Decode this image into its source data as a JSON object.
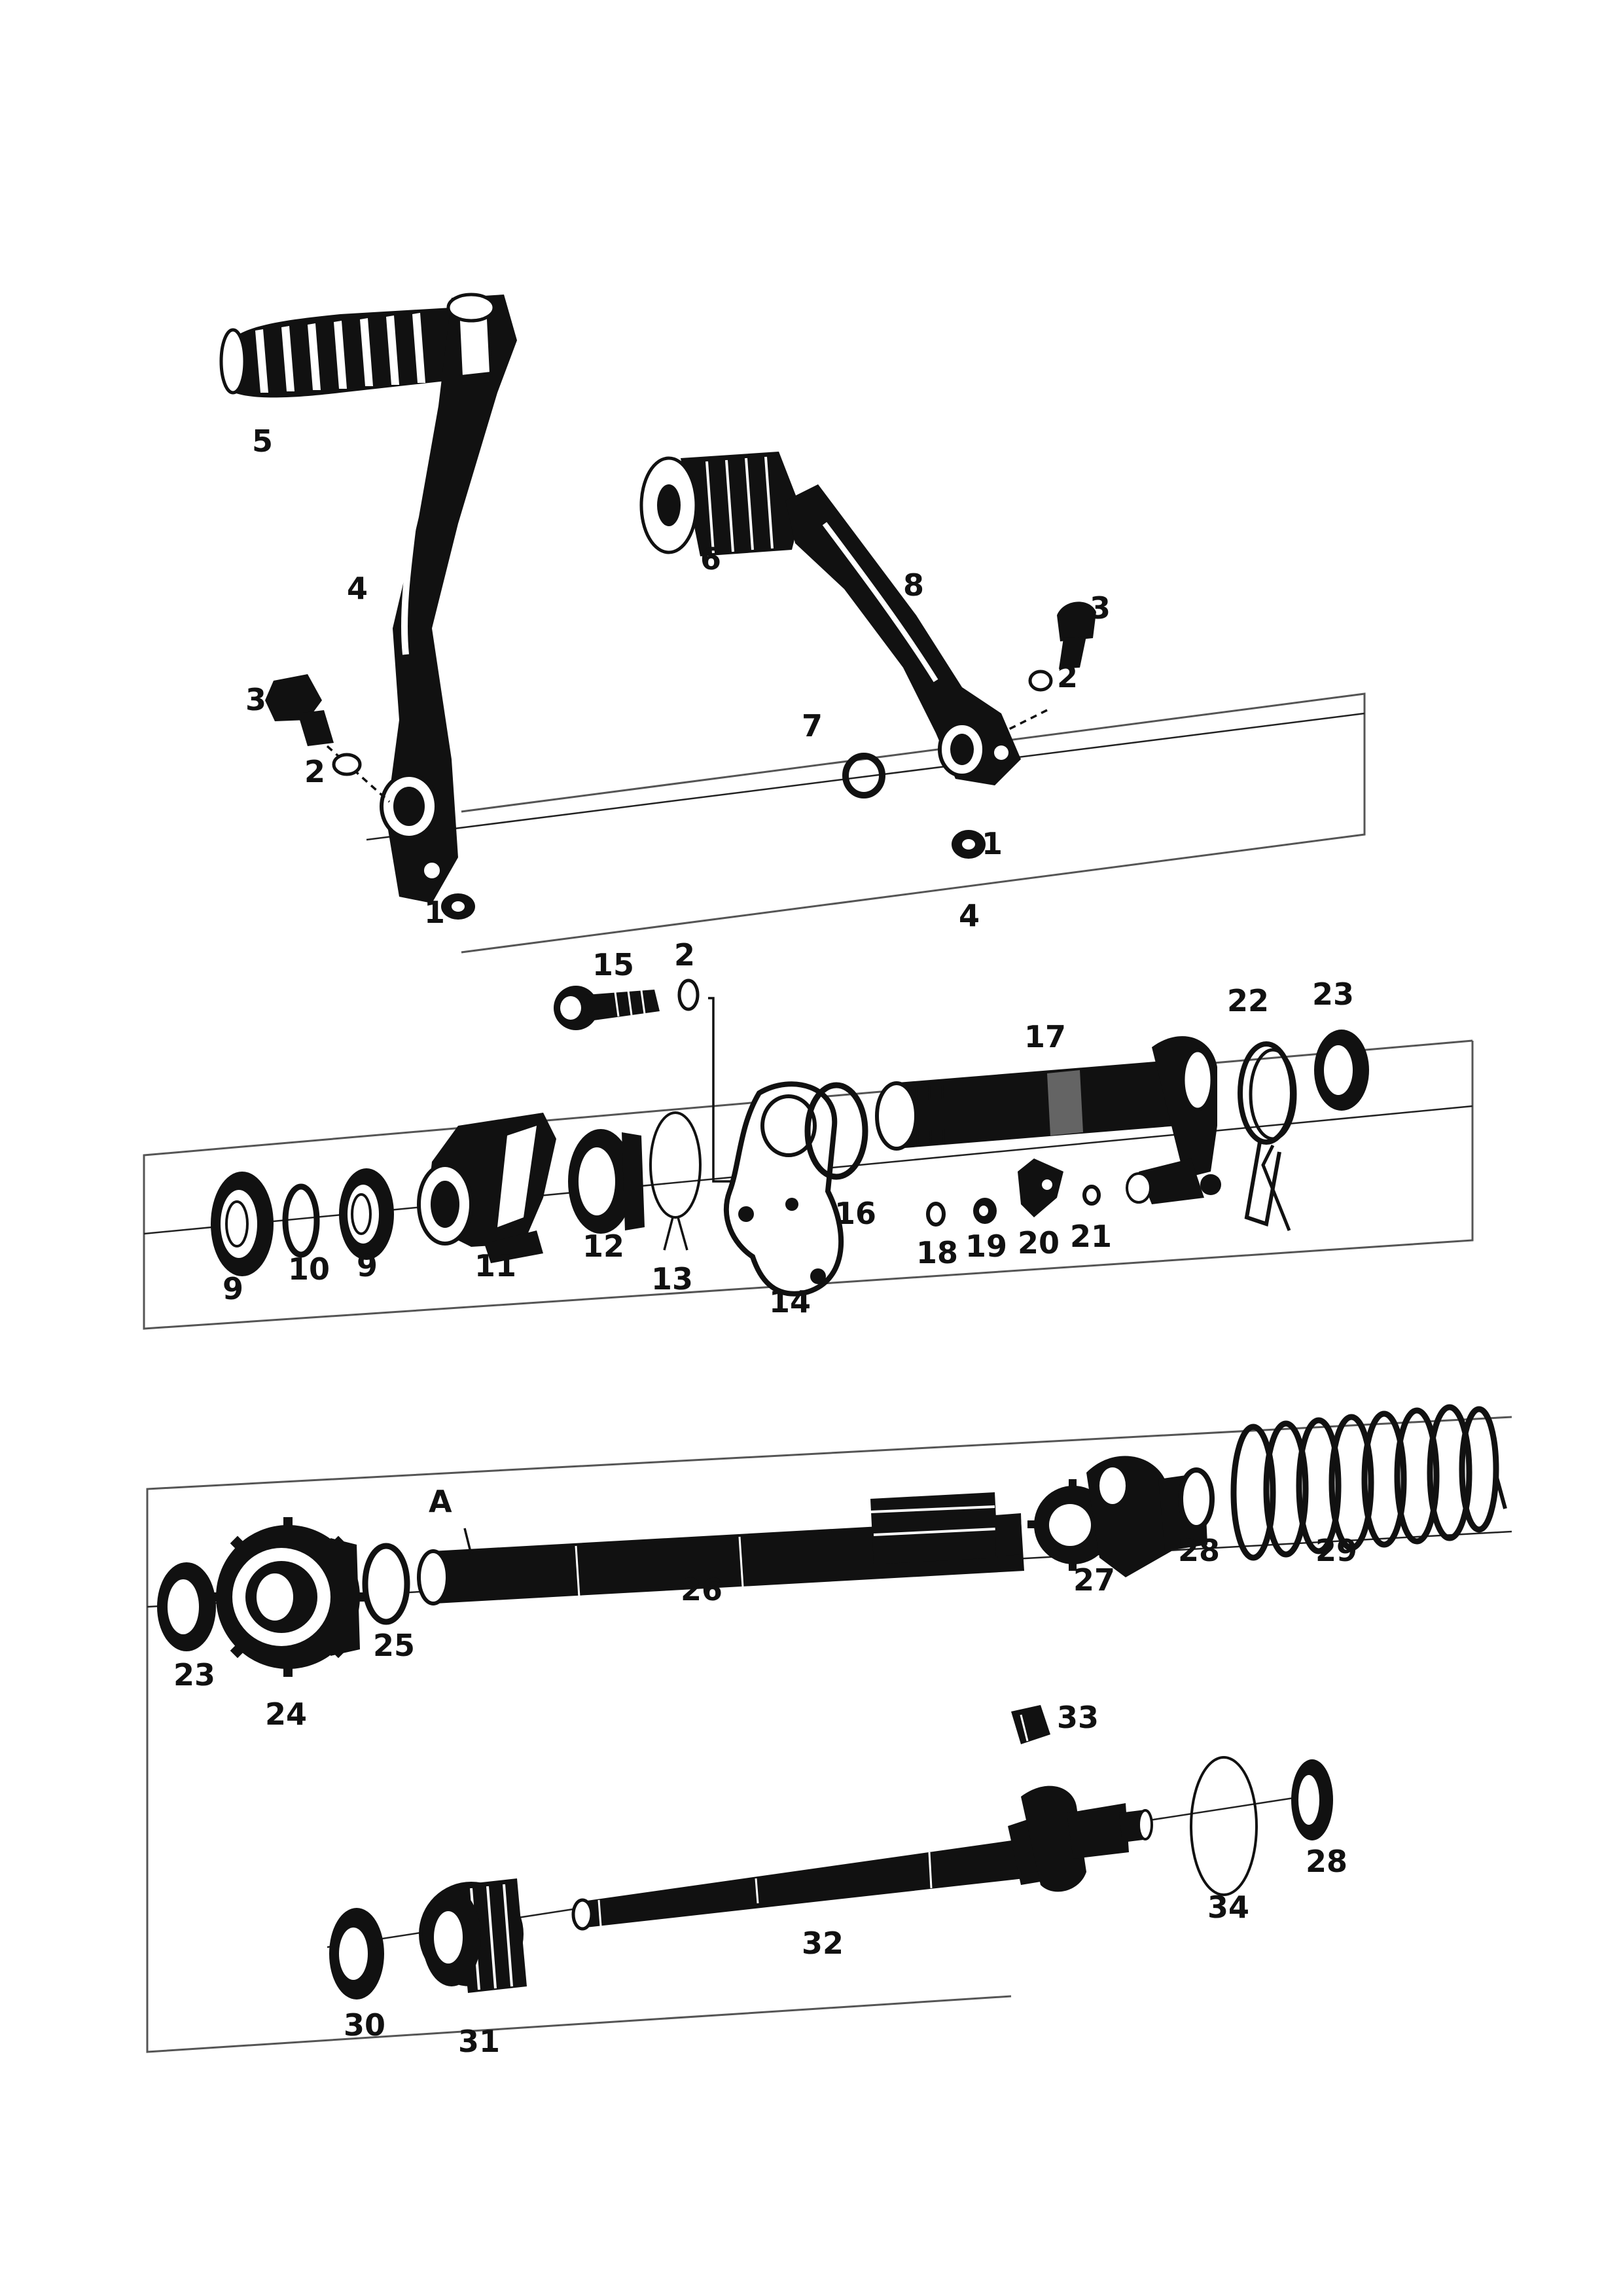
{
  "diagram": {
    "title": "",
    "callouts": {
      "c1a": "1",
      "c1b": "1",
      "c2a": "2",
      "c2b": "2",
      "c2c": "2",
      "c3a": "3",
      "c3b": "3",
      "c4a": "4",
      "c4b": "4",
      "c5": "5",
      "c6": "6",
      "c7": "7",
      "c8": "8",
      "c9a": "9",
      "c9b": "9",
      "c10": "10",
      "c11": "11",
      "c12": "12",
      "c13": "13",
      "c14": "14",
      "c15": "15",
      "c16": "16",
      "c17": "17",
      "c18": "18",
      "c19": "19",
      "c20": "20",
      "c21": "21",
      "c22": "22",
      "c23a": "23",
      "c23b": "23",
      "c24": "24",
      "c25": "25",
      "c26": "26",
      "c27": "27",
      "c28a": "28",
      "c28b": "28",
      "c29": "29",
      "c30": "30",
      "c31": "31",
      "c32": "32",
      "c33": "33",
      "c34": "34",
      "cA": "A"
    }
  }
}
